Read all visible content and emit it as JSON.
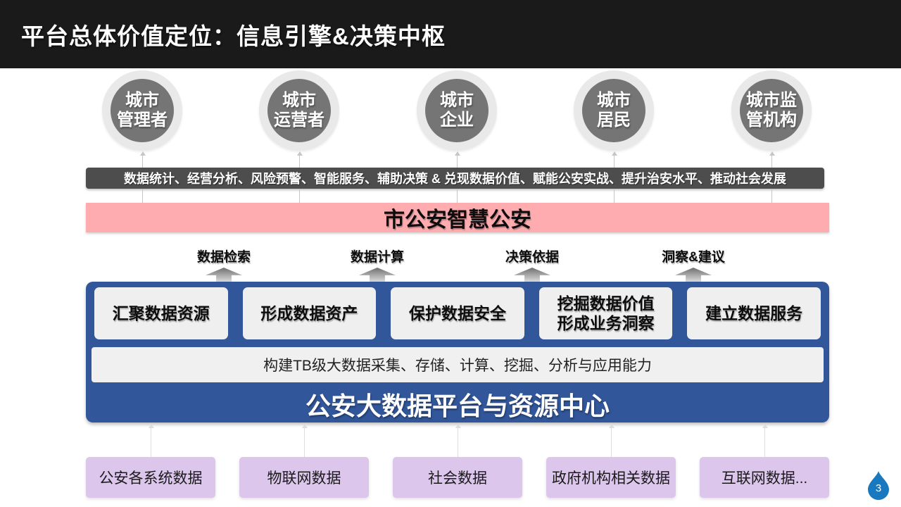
{
  "header": {
    "title": "平台总体价值定位：信息引擎&决策中枢"
  },
  "stakeholders": [
    {
      "label": "城市\n管理者"
    },
    {
      "label": "城市\n运营者"
    },
    {
      "label": "城市\n企业"
    },
    {
      "label": "城市\n居民"
    },
    {
      "label": "城市监\n管机构"
    }
  ],
  "value_bar": {
    "text": "数据统计、经营分析、风险预警、智能服务、辅助决策 & 兑现数据价值、赋能公安实战、提升治安水平、推动社会发展"
  },
  "smart_police_bar": {
    "text": "市公安智慧公安"
  },
  "flows": [
    {
      "label": "数据检索"
    },
    {
      "label": "数据计算"
    },
    {
      "label": "决策依据"
    },
    {
      "label": "洞察&建议"
    }
  ],
  "platform": {
    "capabilities": [
      {
        "label": "汇聚数据资源"
      },
      {
        "label": "形成数据资产"
      },
      {
        "label": "保护数据安全"
      },
      {
        "label": "挖掘数据价值\n形成业务洞察"
      },
      {
        "label": "建立数据服务"
      }
    ],
    "capability_bar": "构建TB级大数据采集、存储、计算、挖掘、分析与应用能力",
    "title": "公安大数据平台与资源中心"
  },
  "data_sources": [
    {
      "label": "公安各系统数据"
    },
    {
      "label": "物联网数据"
    },
    {
      "label": "社会数据"
    },
    {
      "label": "政府机构相关数据"
    },
    {
      "label": "互联网数据..."
    }
  ],
  "page": {
    "number": "3"
  },
  "colors": {
    "header_bg": "#1a1a1a",
    "circle_inner": "#757575",
    "circle_ring": "#e9e9e9",
    "value_bar_bg": "#4d4d4d",
    "pink_bar_bg": "#ffacb0",
    "platform_bg": "#31569a",
    "capability_box_bg": "#efefef",
    "source_box_bg": "#dcc6ec",
    "page_badge_bg": "#1879be"
  }
}
